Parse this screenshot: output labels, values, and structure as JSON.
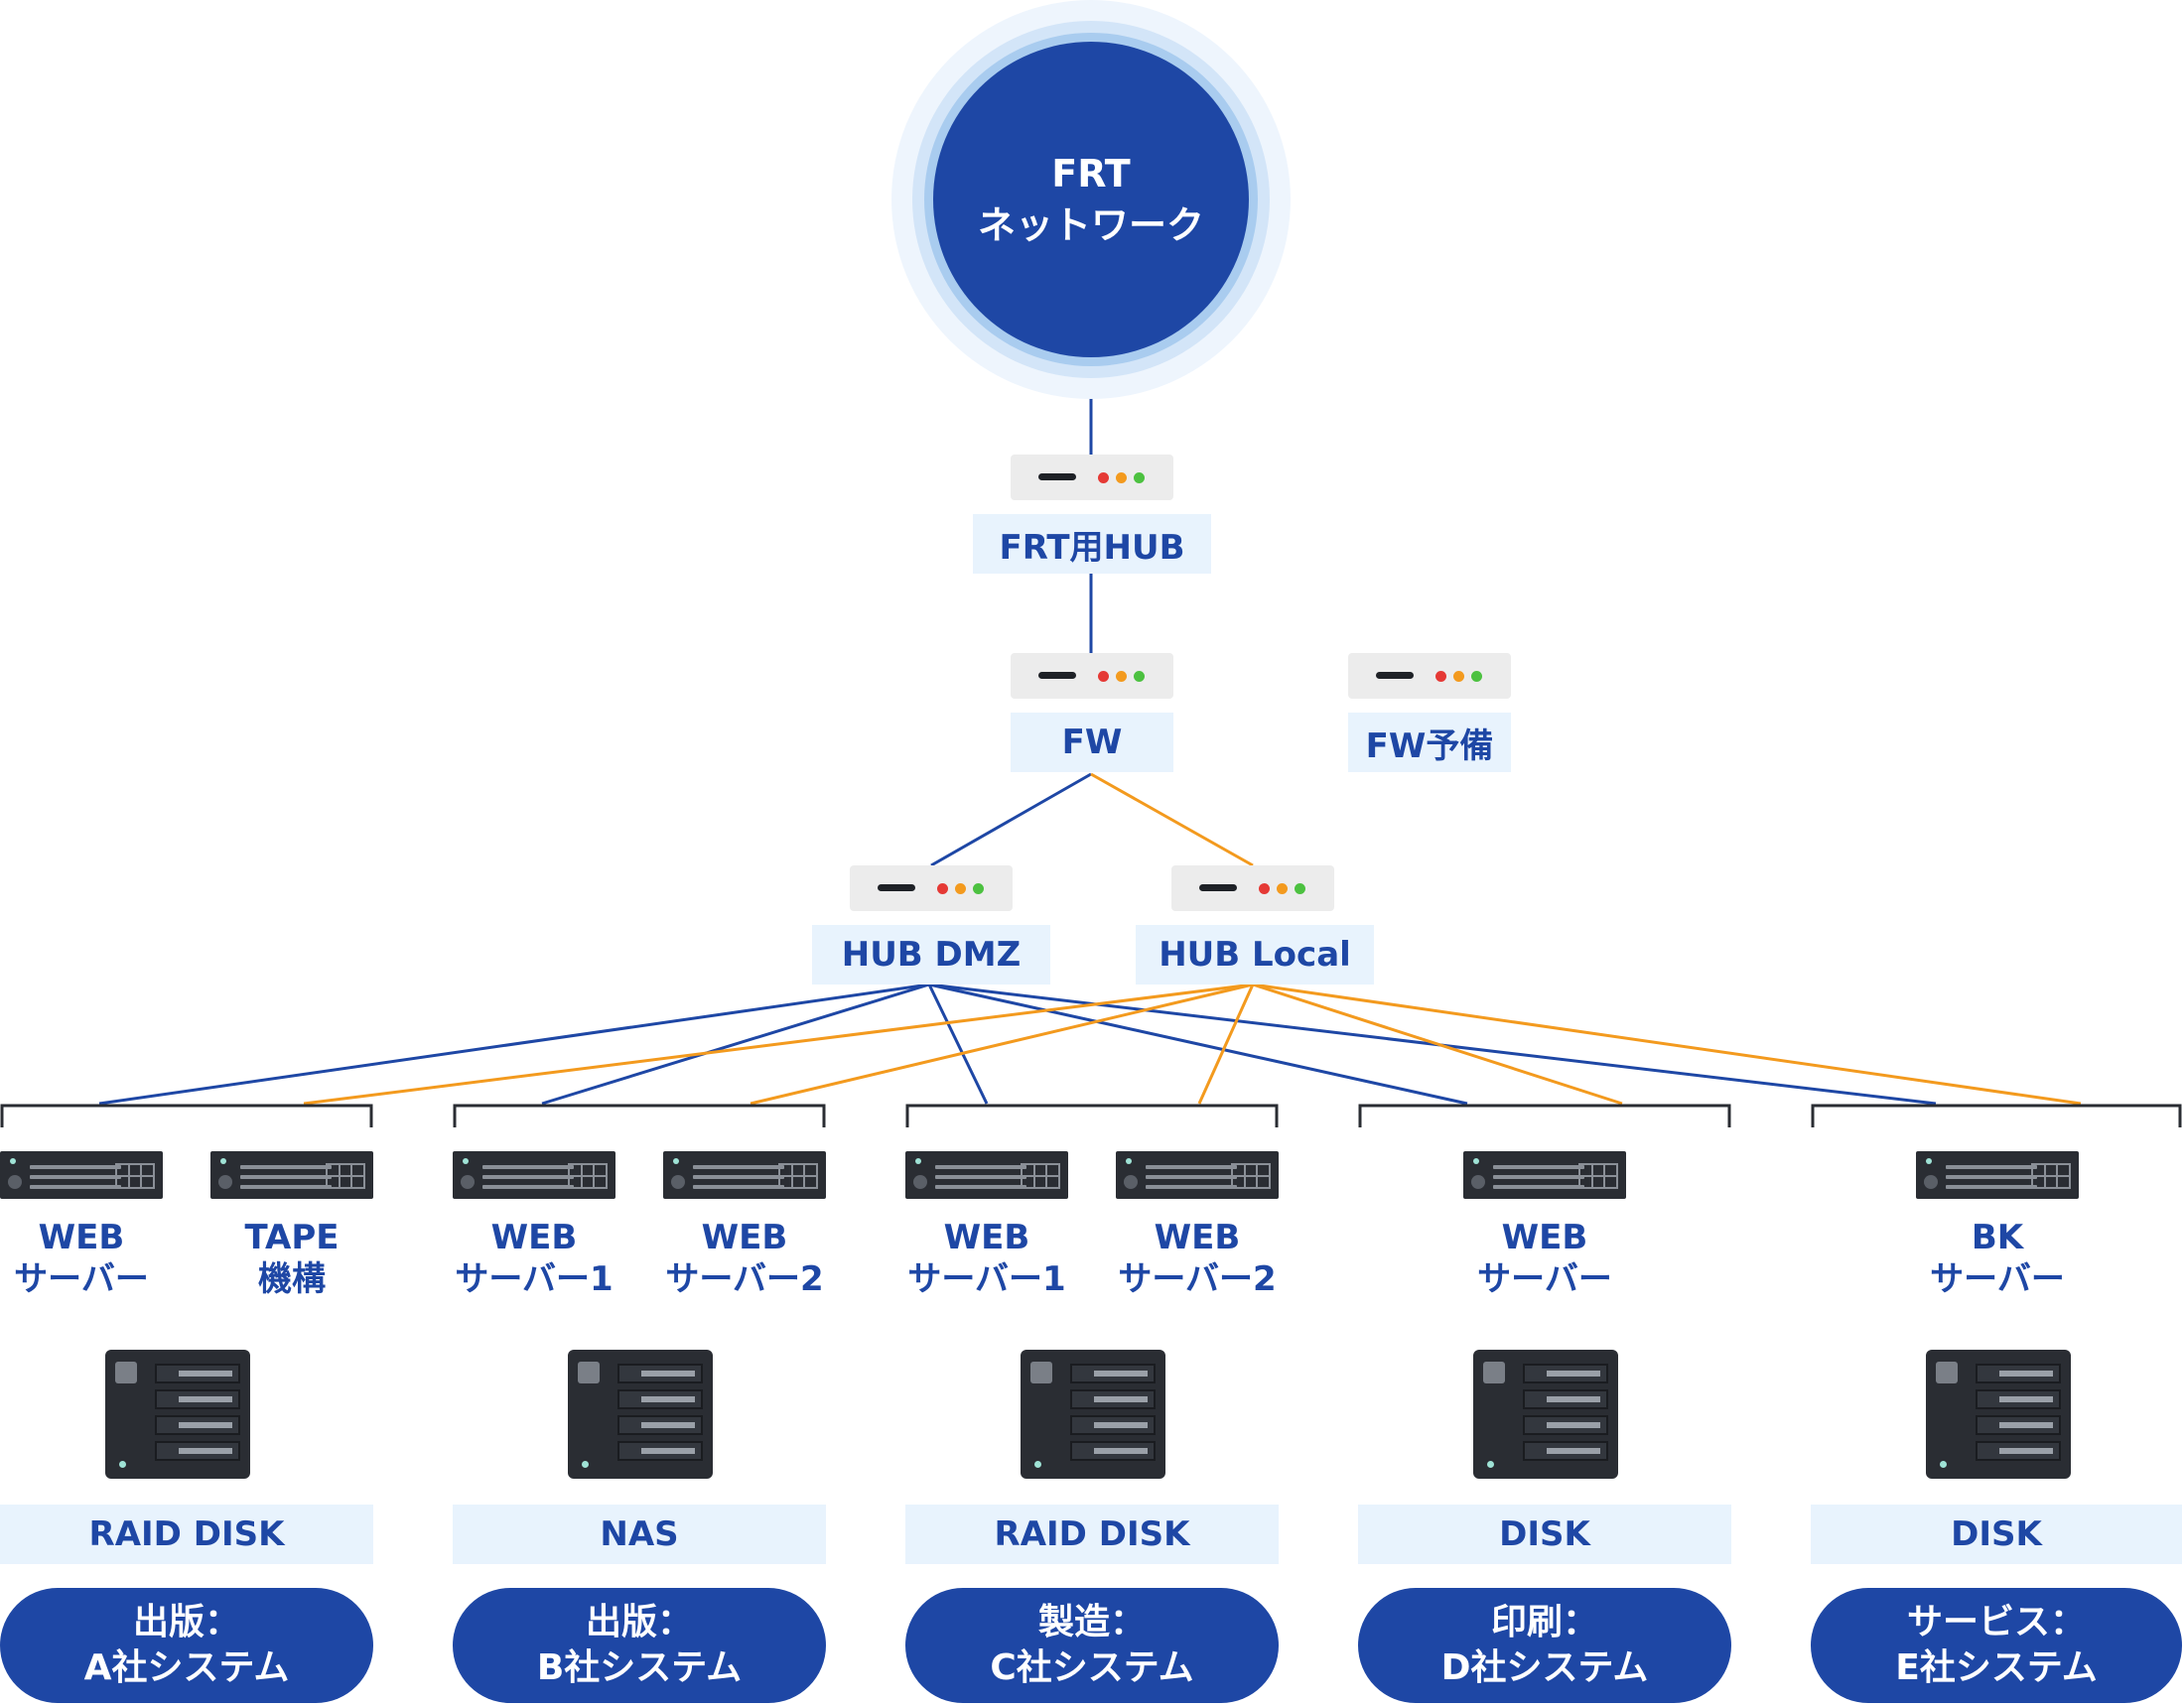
{
  "network": {
    "line1": "FRT",
    "line2": "ネットワーク"
  },
  "devices": {
    "frt_hub": "FRT用HUB",
    "fw": "FW",
    "fw_spare": "FW予備",
    "hub_dmz": "HUB DMZ",
    "hub_local": "HUB Local"
  },
  "colors": {
    "dmz_link": "#1e47a5",
    "local_link": "#f39a1e",
    "primary": "#1e47a5",
    "label_bg": "#e8f3fd"
  },
  "groups": [
    {
      "servers": [
        {
          "l1": "WEB",
          "l2": "サーバー"
        },
        {
          "l1": "TAPE",
          "l2": "機構"
        }
      ],
      "storage": "RAID DISK",
      "system_l1": "出版：",
      "system_l2": "A社システム"
    },
    {
      "servers": [
        {
          "l1": "WEB",
          "l2": "サーバー1"
        },
        {
          "l1": "WEB",
          "l2": "サーバー2"
        }
      ],
      "storage": "NAS",
      "system_l1": "出版：",
      "system_l2": "B社システム"
    },
    {
      "servers": [
        {
          "l1": "WEB",
          "l2": "サーバー1"
        },
        {
          "l1": "WEB",
          "l2": "サーバー2"
        }
      ],
      "storage": "RAID DISK",
      "system_l1": "製造：",
      "system_l2": "C社システム"
    },
    {
      "servers": [
        {
          "l1": "WEB",
          "l2": "サーバー"
        }
      ],
      "storage": "DISK",
      "system_l1": "印刷：",
      "system_l2": "D社システム"
    },
    {
      "servers": [
        {
          "l1": "BK",
          "l2": "サーバー"
        }
      ],
      "storage": "DISK",
      "system_l1": "サービス：",
      "system_l2": "E社システム"
    }
  ]
}
